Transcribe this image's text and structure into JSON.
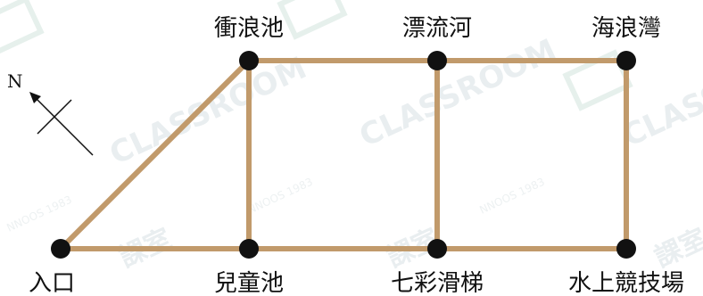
{
  "watermark": {
    "text": "CLASSROOM",
    "small_text": "NNOOS 1983",
    "char": "課室"
  },
  "compass": {
    "label": "N"
  },
  "locations": {
    "wave_pool": "衝浪池",
    "drifting_river": "漂流河",
    "wave_bay": "海浪灣",
    "entrance": "入口",
    "kids_pool": "兒童池",
    "rainbow_slide": "七彩滑梯",
    "water_sports": "水上競技場"
  },
  "paths": [
    [
      "entrance",
      "wave_pool"
    ],
    [
      "entrance",
      "kids_pool"
    ],
    [
      "kids_pool",
      "wave_pool"
    ],
    [
      "wave_pool",
      "drifting_river"
    ],
    [
      "drifting_river",
      "wave_bay"
    ],
    [
      "kids_pool",
      "rainbow_slide"
    ],
    [
      "rainbow_slide",
      "water_sports"
    ],
    [
      "drifting_river",
      "rainbow_slide"
    ],
    [
      "wave_bay",
      "water_sports"
    ]
  ]
}
